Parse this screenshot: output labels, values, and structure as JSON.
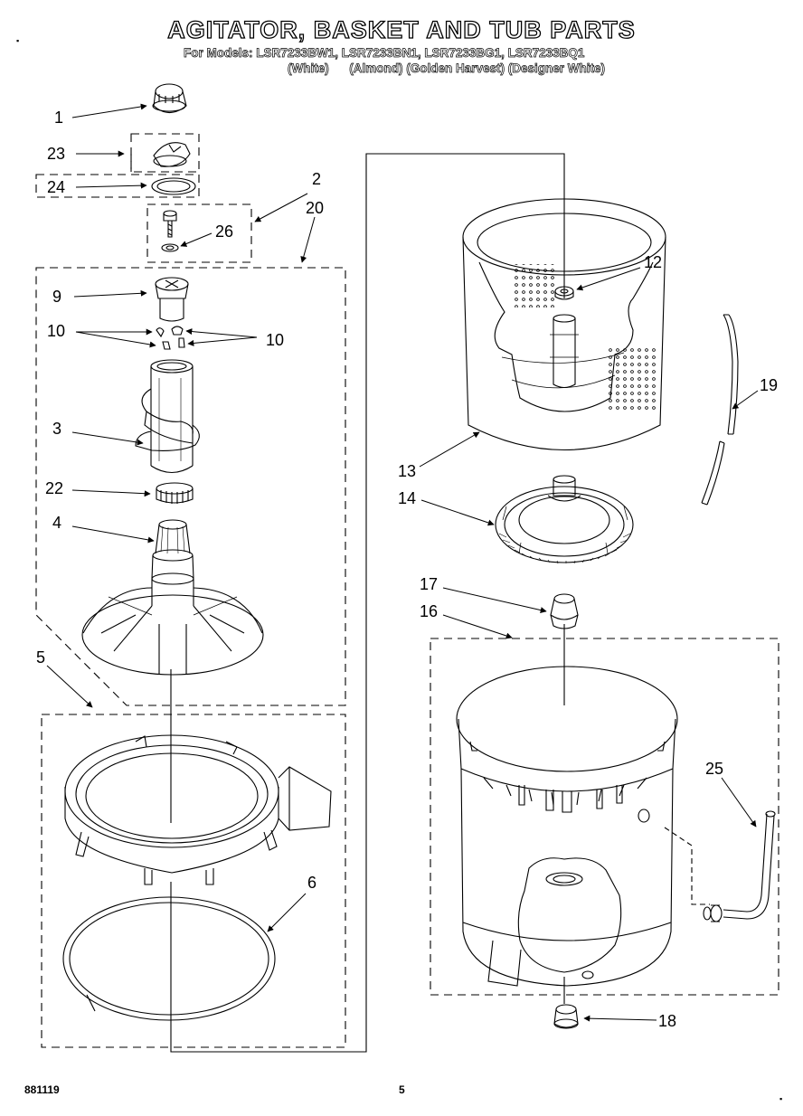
{
  "header": {
    "title": "AGITATOR, BASKET AND TUB PARTS",
    "models_line": "For Models: LSR7233BW1, LSR7233BN1, LSR7233BG1, LSR7233BQ1",
    "colors_line": "(White)      (Almond) (Golden Harvest) (Designer White)"
  },
  "callouts": [
    "1",
    "23",
    "24",
    "2",
    "26",
    "20",
    "9",
    "10",
    "10",
    "3",
    "22",
    "4",
    "5",
    "6",
    "12",
    "19",
    "13",
    "14",
    "17",
    "16",
    "25",
    "18"
  ],
  "footer": {
    "doc_number": "881119",
    "page_number": "5"
  }
}
